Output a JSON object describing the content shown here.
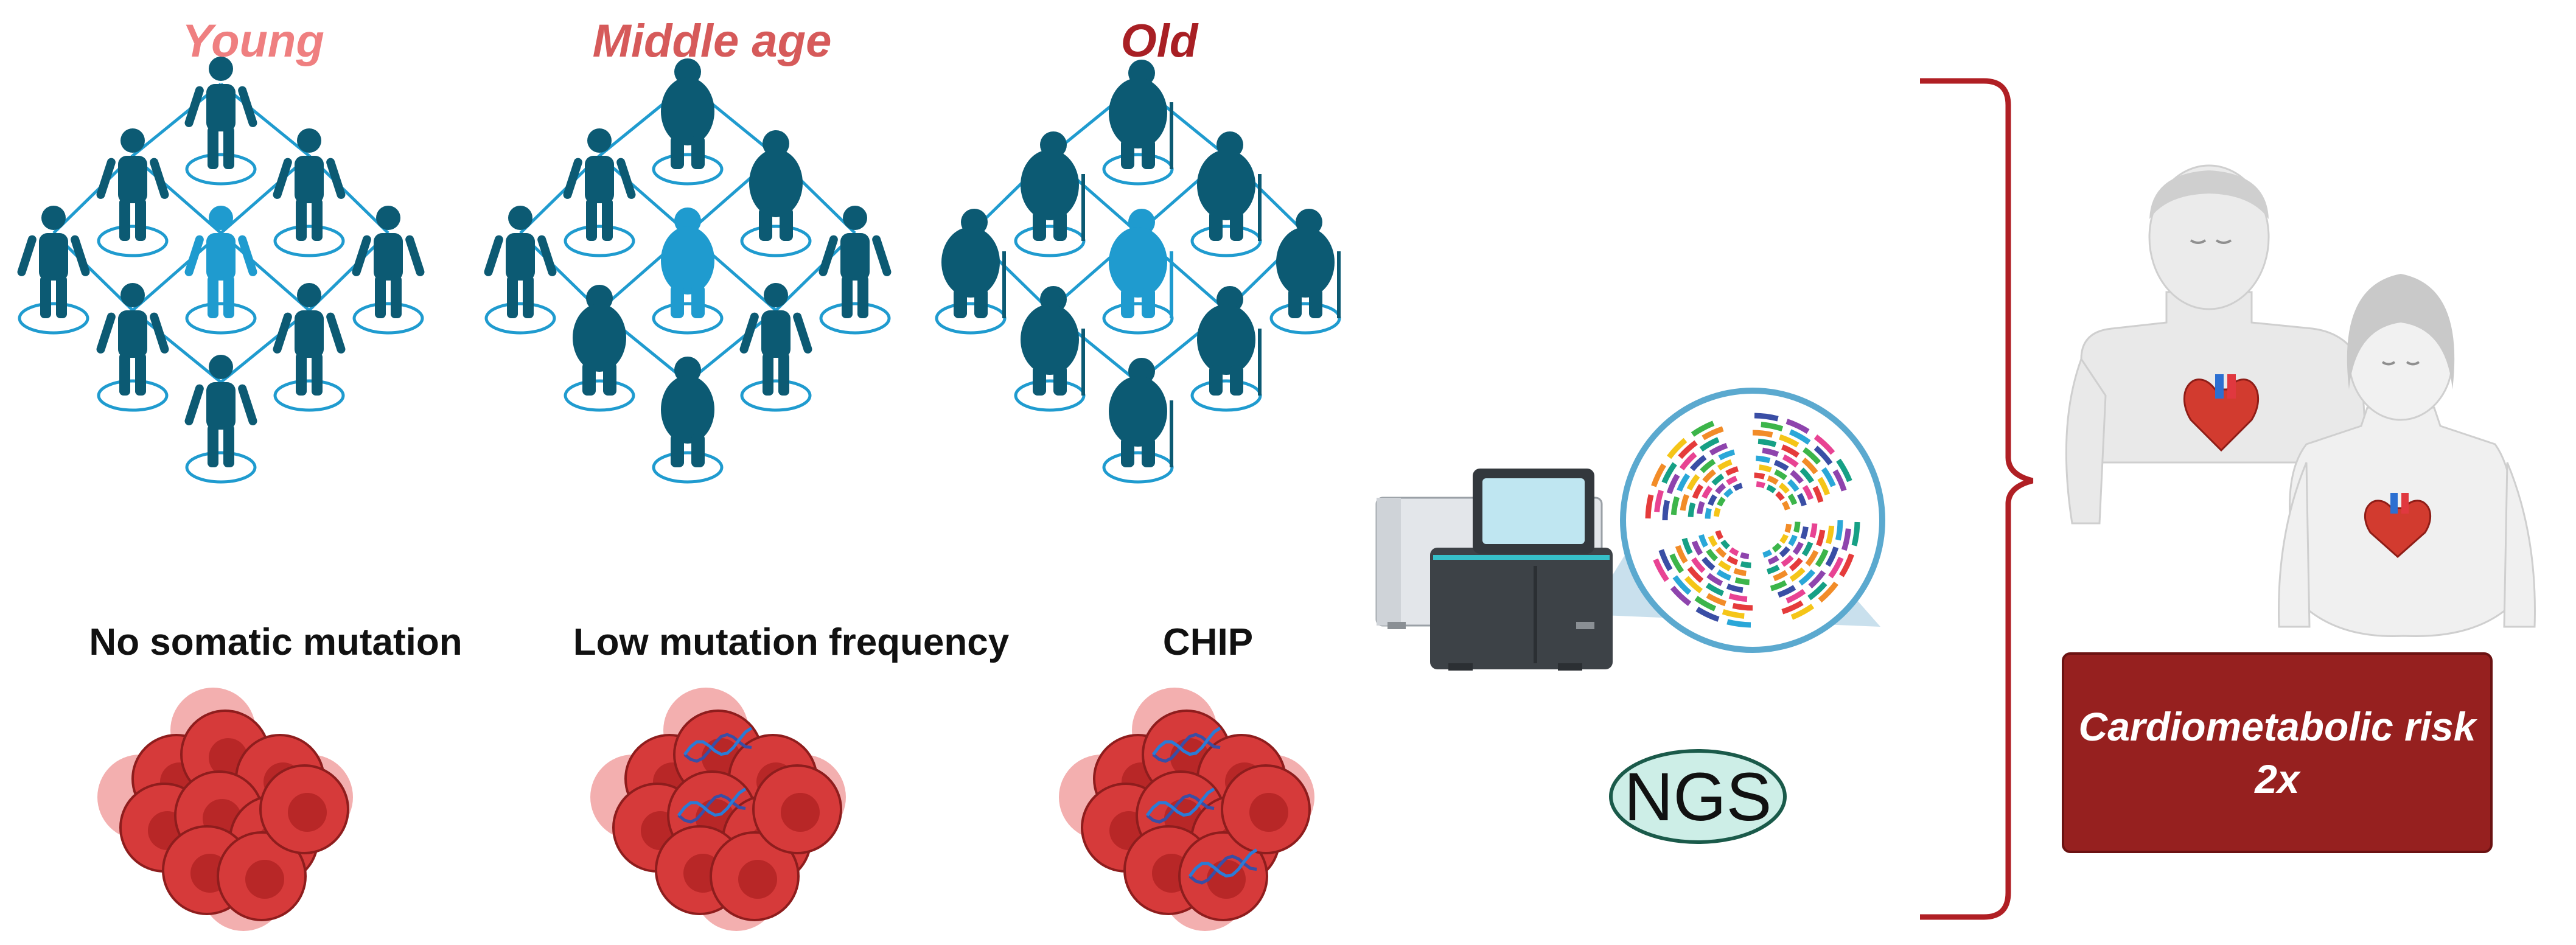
{
  "age_groups": [
    {
      "title": "Young",
      "title_color": "#ef7f80",
      "mutation_label": "No somatic mutation",
      "person_style": "young",
      "dna_on_cells": false
    },
    {
      "title": "Middle age",
      "title_color": "#d65a5a",
      "mutation_label": "Low mutation frequency",
      "person_style": "middle",
      "dna_on_cells": true
    },
    {
      "title": "Old",
      "title_color": "#a81f24",
      "mutation_label": "CHIP",
      "person_style": "old",
      "dna_on_cells": true
    }
  ],
  "ngs": {
    "label": "NGS",
    "badge_fill": "#cdeee7"
  },
  "risk": {
    "line1": "Cardiometabolic risk",
    "line2": "2x",
    "box_color": "#96201f"
  },
  "colors": {
    "person_dark": "#0c5a73",
    "person_highlight": "#1f9bcf",
    "network_line": "#1f9bcf",
    "node_fill": "#ffffff",
    "cell_red": "#d63a3a",
    "cell_pink": "#ee8d8d",
    "bracket": "#b01f24",
    "dna_blue": "#3a4ea5"
  },
  "icons": [
    "person-icon",
    "sequencer-icon",
    "genome-circle-icon",
    "human-figure-icon",
    "heart-icon",
    "blood-cell-icon",
    "dna-helix-icon",
    "bracket-icon"
  ]
}
